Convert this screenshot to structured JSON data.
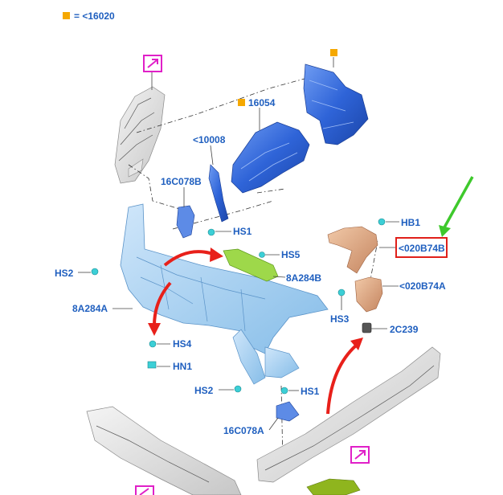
{
  "legend": {
    "swatch_color": "#f5a800",
    "text": "= <16020"
  },
  "labels": {
    "p16054": "16054",
    "p10008": "<10008",
    "p16C078B": "16C078B",
    "hs1_top": "HS1",
    "hs5": "HS5",
    "p8A284B": "8A284B",
    "hs2_left": "HS2",
    "p8A284A": "8A284A",
    "hs4": "HS4",
    "hn1": "HN1",
    "hs2_bottom": "HS2",
    "hs1_bottom": "HS1",
    "p16C078A": "16C078A",
    "hb1": "HB1",
    "p020B74B": "<020B74B",
    "p020B74A": "<020B74A",
    "hs3": "HS3",
    "p2C239": "2C239"
  },
  "icons": [
    "external-view-icon",
    "external-view-icon",
    "external-view-icon"
  ],
  "colors": {
    "label": "#1f5fbf",
    "highlight_box": "#e0201a",
    "arrow_red": "#e8201a",
    "arrow_green": "#3ec92c",
    "icon_magenta": "#e020c8",
    "part_blue": "#2f64d8",
    "part_lightblue": "#9ccbf0",
    "part_cyan": "#3ccfd6",
    "part_green": "#8fd23a",
    "part_copper": "#d8a07a"
  }
}
